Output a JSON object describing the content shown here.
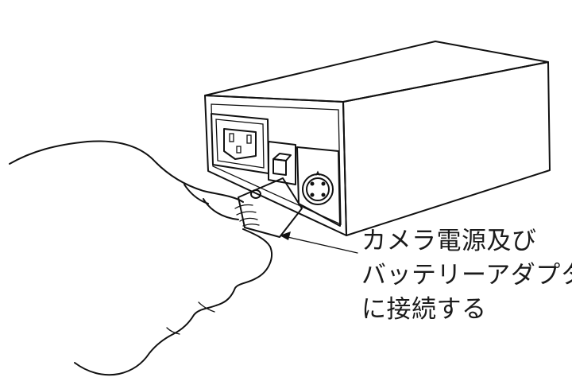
{
  "caption": {
    "lines": [
      "カメラ電源及び",
      "バッテリーアダプタ",
      "に接続する"
    ]
  },
  "colors": {
    "line": "#111111",
    "background": "#ffffff",
    "text": "#1a1a1a"
  }
}
